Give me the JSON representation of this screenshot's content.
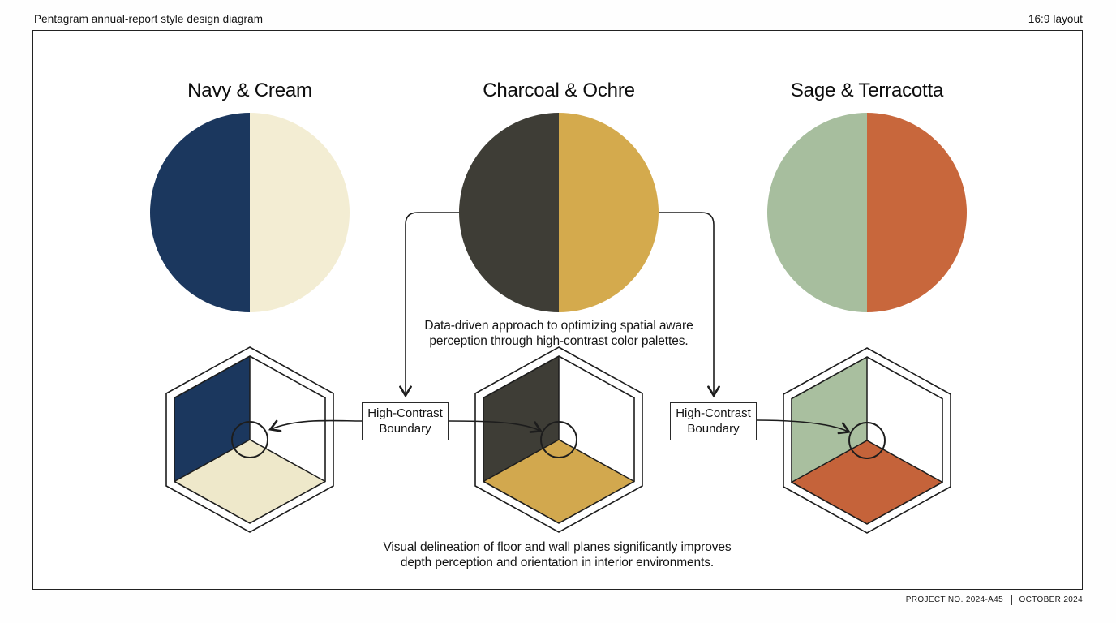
{
  "header": {
    "title": "Pentagram annual-report style design diagram",
    "layout_label": "16:9 layout"
  },
  "footer": {
    "project_no": "PROJECT NO. 2024-A45",
    "date": "OCTOBER 2024"
  },
  "palettes": [
    {
      "name": "Navy & Cream",
      "left_color": "#1b375e",
      "right_color": "#f3edd3",
      "wall_color": "#1b375e",
      "floor_color": "#eee8ca"
    },
    {
      "name": "Charcoal & Ochre",
      "left_color": "#3e3d36",
      "right_color": "#d4aa4d",
      "wall_color": "#3e3d36",
      "floor_color": "#d2a84e"
    },
    {
      "name": "Sage & Terracotta",
      "left_color": "#a7be9e",
      "right_color": "#c8673c",
      "wall_color": "#a9bf9f",
      "floor_color": "#c5633a"
    }
  ],
  "annotations": {
    "middle_caption_line1": "Data-driven approach to optimizing spatial aware",
    "middle_caption_line2": "perception through high-contrast color palettes.",
    "bottom_caption_line1": "Visual delineation of floor and wall planes significantly improves",
    "bottom_caption_line2": "depth perception and orientation in interior environments.",
    "boundary_label_line1": "High-Contrast",
    "boundary_label_line2": "Boundary"
  },
  "colors": {
    "ink": "#1d1d1d",
    "right_wall": "#ffffff"
  }
}
